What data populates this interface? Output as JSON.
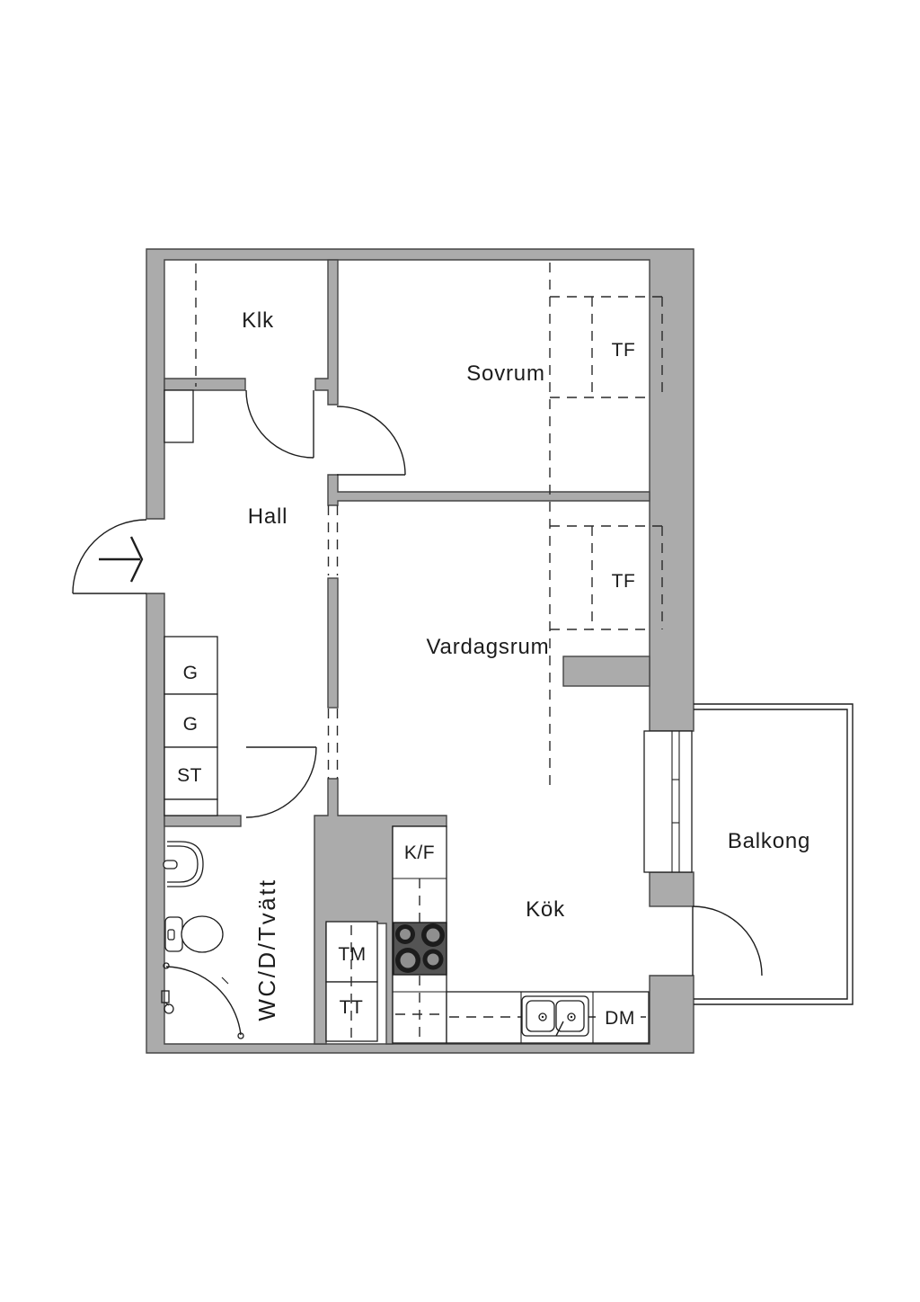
{
  "floor_plan": {
    "rooms": {
      "closet": "Klk",
      "bedroom": "Sovrum",
      "hall": "Hall",
      "living_room": "Vardagsrum",
      "kitchen": "Kök",
      "bathroom": "WC/D/Tvätt",
      "balcony": "Balkong"
    },
    "fixtures": {
      "tf_bedroom": "TF",
      "tf_living": "TF",
      "wardrobe_1": "G",
      "wardrobe_2": "G",
      "cleaning_cabinet": "ST",
      "washing_machine": "TM",
      "tumble_dryer": "TT",
      "fridge_freezer": "K/F",
      "dishwasher": "DM"
    },
    "colors": {
      "background": "#ffffff",
      "wall_fill": "#ababab",
      "wall_outline": "#454545",
      "line": "#1e1e1e",
      "stove_fill": "#545454",
      "burner_ring": "#1c1c1c",
      "burner_center": "#8f8f8f",
      "text": "#1c1c1c"
    }
  }
}
